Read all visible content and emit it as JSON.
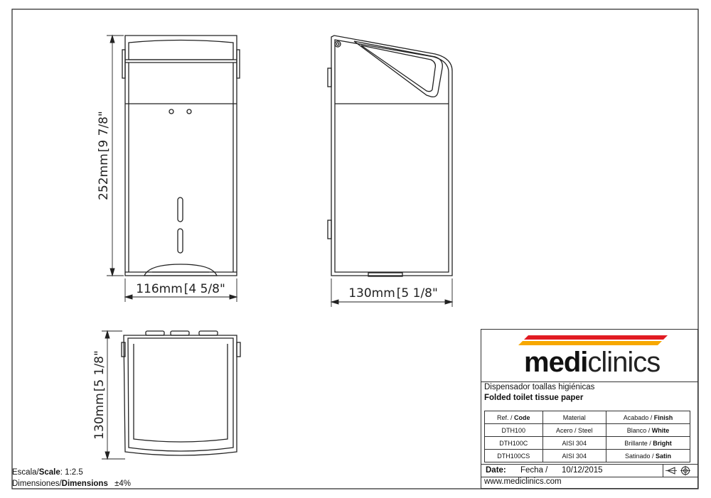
{
  "dimensions": {
    "front_height": "252mm",
    "front_height_in": "9 7/8\"",
    "front_width": "116mm",
    "front_width_in": "4 5/8\"",
    "side_depth": "130mm",
    "side_depth_in": "5 1/8\"",
    "top_depth": "130mm",
    "top_depth_in": "5 1/8\""
  },
  "scale": {
    "label_es": "Escala/",
    "label_en": "Scale",
    "value": "1:2.5",
    "dim_label_es": "Dimensiones/",
    "dim_label_en": "Dimensions",
    "tolerance": "±4%"
  },
  "title_block": {
    "logo_bold": "medi",
    "logo_light": "clinics",
    "stripe_colors": [
      "#e11b22",
      "#f7a800"
    ],
    "description_es": "Dispensador toallas higiénicas",
    "description_en": "Folded toilet tissue paper",
    "table": {
      "headers": [
        {
          "es": "Ref. / ",
          "en": "Code"
        },
        {
          "es": "Material",
          "en": ""
        },
        {
          "es": "Acabado / ",
          "en": "Finish"
        }
      ],
      "rows": [
        {
          "code": "DTH100",
          "material": "Acero / Steel",
          "finish_es": "Blanco / ",
          "finish_en": "White"
        },
        {
          "code": "DTH100C",
          "material": "AISI 304",
          "finish_es": "Brillante / ",
          "finish_en": "Bright"
        },
        {
          "code": "DTH100CS",
          "material": "AISI 304",
          "finish_es": "Satinado / ",
          "finish_en": "Satin"
        }
      ]
    },
    "date_label": "Date:",
    "fecha_label": "Fecha /",
    "date_value": "10/12/2015",
    "website": "www.mediclinics.com",
    "projection_icon": "first-angle-projection-icon"
  }
}
